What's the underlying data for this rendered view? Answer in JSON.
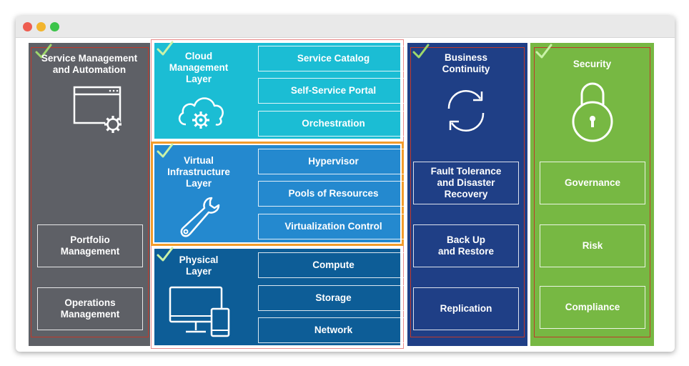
{
  "window": {
    "controls": [
      "close",
      "minimize",
      "maximize"
    ]
  },
  "service_management": {
    "title_line1": "Service Management",
    "title_line2": "and Automation",
    "boxes": [
      {
        "line1": "Portfolio",
        "line2": "Management"
      },
      {
        "line1": "Operations",
        "line2": "Management"
      }
    ]
  },
  "cloud_management": {
    "title_line1": "Cloud",
    "title_line2": "Management",
    "title_line3": "Layer",
    "items": [
      "Service Catalog",
      "Self-Service Portal",
      "Orchestration"
    ]
  },
  "virtual_infrastructure": {
    "title_line1": "Virtual",
    "title_line2": "Infrastructure",
    "title_line3": "Layer",
    "items": [
      "Hypervisor",
      "Pools of Resources",
      "Virtualization Control"
    ]
  },
  "physical": {
    "title_line1": "Physical",
    "title_line2": "Layer",
    "items": [
      "Compute",
      "Storage",
      "Network"
    ]
  },
  "business_continuity": {
    "title_line1": "Business",
    "title_line2": "Continuity",
    "boxes": [
      {
        "line1": "Fault Tolerance",
        "line2": "and Disaster",
        "line3": "Recovery"
      },
      {
        "line1": "Back Up",
        "line2": "and Restore"
      },
      {
        "line1": "Replication"
      }
    ]
  },
  "security": {
    "title": "Security",
    "items": [
      "Governance",
      "Risk",
      "Compliance"
    ]
  },
  "colors": {
    "service_gray": "#5e6066",
    "cloud_cyan": "#1bbdd4",
    "virtual_blue": "#2489cf",
    "physical_blue": "#0d5d97",
    "continuity_navy": "#1f3f86",
    "security_green": "#77b843",
    "highlight_orange": "#f39c2b",
    "frame_red": "#c0392b",
    "check_green": "#9fd86b"
  },
  "icons": [
    "browser-gear-icon",
    "cloud-gear-icon",
    "wrench-icon",
    "desktop-phone-icon",
    "sync-arrows-icon",
    "padlock-icon",
    "check-icon"
  ]
}
